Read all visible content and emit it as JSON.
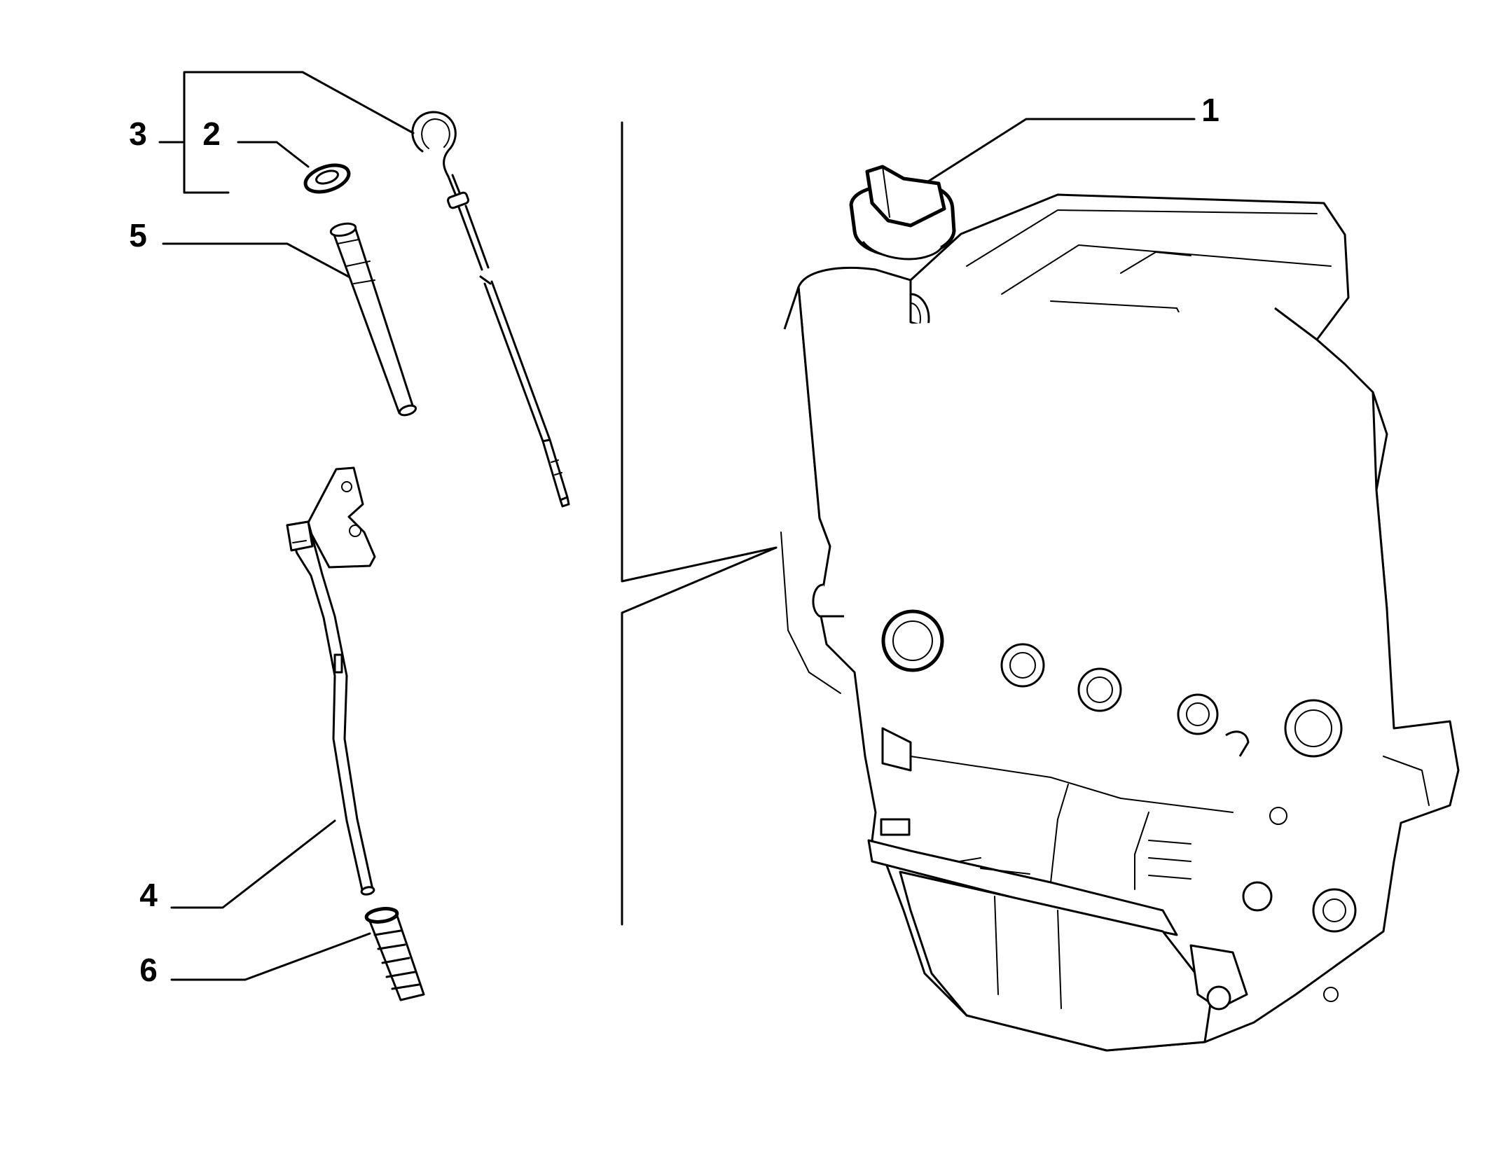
{
  "colors": {
    "background": "#ffffff",
    "line": "#000000"
  },
  "callouts": [
    {
      "id": "1",
      "label": "1"
    },
    {
      "id": "2",
      "label": "2"
    },
    {
      "id": "3",
      "label": "3"
    },
    {
      "id": "4",
      "label": "4"
    },
    {
      "id": "5",
      "label": "5"
    },
    {
      "id": "6",
      "label": "6"
    }
  ]
}
